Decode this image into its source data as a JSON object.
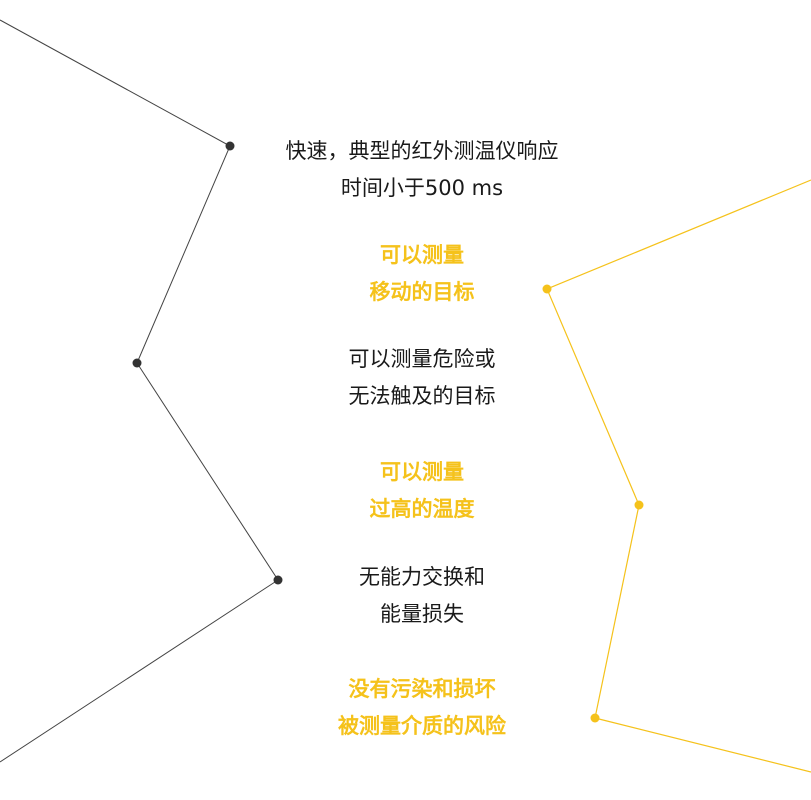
{
  "colors": {
    "dark": "#333333",
    "accent": "#f5c21b"
  },
  "items": [
    {
      "lines": [
        "快速，典型的红外测温仪响应",
        "时间小于500 ms"
      ],
      "style": "dark"
    },
    {
      "lines": [
        "可以测量",
        "移动的目标"
      ],
      "style": "yellow"
    },
    {
      "lines": [
        "可以测量危险或",
        "无法触及的目标"
      ],
      "style": "dark"
    },
    {
      "lines": [
        "可以测量",
        "过高的温度"
      ],
      "style": "yellow"
    },
    {
      "lines": [
        "无能力交换和",
        "能量损失"
      ],
      "style": "dark"
    },
    {
      "lines": [
        "没有污染和损坏",
        "被测量介质的风险"
      ],
      "style": "yellow"
    }
  ]
}
